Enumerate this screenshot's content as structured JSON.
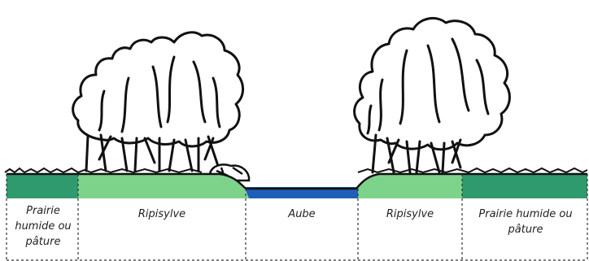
{
  "diagram": {
    "colors": {
      "ground_dark": "#2e9a6e",
      "ground_light": "#7ed38a",
      "water": "#1f5fb8",
      "outline": "#111111"
    },
    "zones": [
      {
        "id": "meadow-left",
        "label": "Prairie humide ou pâture"
      },
      {
        "id": "ripisylve-left",
        "label": "Ripisylve"
      },
      {
        "id": "river",
        "label": "Aube"
      },
      {
        "id": "ripisylve-right",
        "label": "Ripisylve"
      },
      {
        "id": "meadow-right",
        "label": "Prairie humide ou pâture"
      }
    ]
  }
}
